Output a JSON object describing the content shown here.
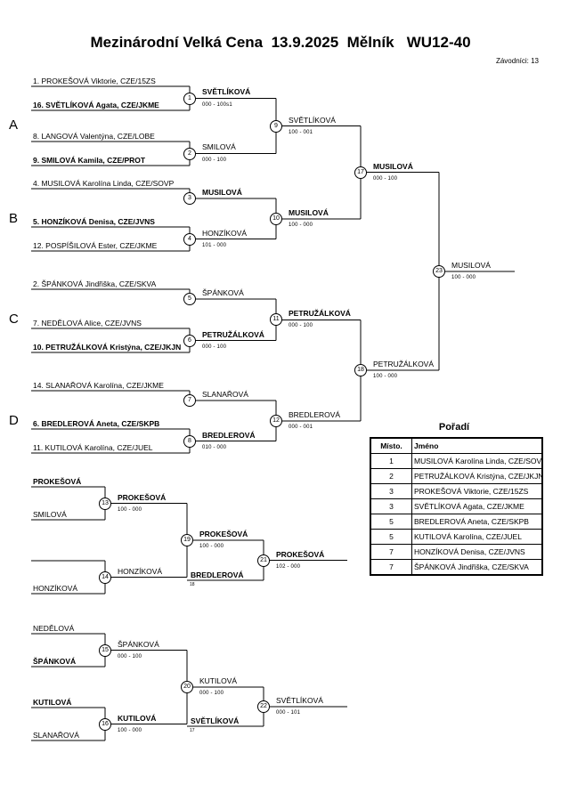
{
  "meta": {
    "title": "Mezinárodní Velká Cena  13.9.2025  Mělník   WU12-40",
    "participants": "Závodníci: 13"
  },
  "groups": {
    "a": "A",
    "b": "B",
    "c": "C",
    "d": "D"
  },
  "main": {
    "entries": [
      {
        "name": "1. PROKEŠOVÁ Viktorie, CZE/15ZS"
      },
      {
        "name": "16. SVĚTLÍKOVÁ Agata, CZE/JKME"
      },
      {
        "name": "8. LANGOVÁ Valentýna, CZE/LOBE"
      },
      {
        "name": "9. SMILOVÁ Kamila, CZE/PROT"
      },
      {
        "name": "4. MUSILOVÁ Karolína Linda, CZE/SOVP"
      },
      {
        "name": "5. HONZÍKOVÁ Denisa, CZE/JVNS"
      },
      {
        "name": "12. POSPÍŠILOVÁ Ester, CZE/JKME"
      },
      {
        "name": "2. ŠPÁNKOVÁ Jindřiška, CZE/SKVA"
      },
      {
        "name": "7. NEDĚLOVÁ Alice, CZE/JVNS"
      },
      {
        "name": "10. PETRUŽÁLKOVÁ Kristýna, CZE/JKJN"
      },
      {
        "name": "14. SLANAŘOVÁ Karolína, CZE/JKME"
      },
      {
        "name": "6. BREDLEROVÁ Aneta, CZE/SKPB"
      },
      {
        "name": "11. KUTILOVÁ Karolína, CZE/JUEL"
      }
    ],
    "matches": {
      "m1": {
        "num": "1",
        "winner": "SVĚTLÍKOVÁ",
        "score": "000 - 100s1"
      },
      "m2": {
        "num": "2",
        "winner": "SMILOVÁ",
        "score": "000 - 100"
      },
      "m3": {
        "num": "3",
        "winner": "MUSILOVÁ",
        "score": ""
      },
      "m4": {
        "num": "4",
        "winner": "HONZÍKOVÁ",
        "score": "101 - 000"
      },
      "m5": {
        "num": "5",
        "winner": "ŠPÁNKOVÁ",
        "score": ""
      },
      "m6": {
        "num": "6",
        "winner": "PETRUŽÁLKOVÁ",
        "score": "000 - 100"
      },
      "m7": {
        "num": "7",
        "winner": "SLANAŘOVÁ",
        "score": ""
      },
      "m8": {
        "num": "8",
        "winner": "BREDLEROVÁ",
        "score": "010 - 000"
      },
      "m9": {
        "num": "9",
        "winner": "SVĚTLÍKOVÁ",
        "score": "100 - 001"
      },
      "m10": {
        "num": "10",
        "winner": "MUSILOVÁ",
        "score": "100 - 000"
      },
      "m11": {
        "num": "11",
        "winner": "PETRUŽÁLKOVÁ",
        "score": "000 - 100"
      },
      "m12": {
        "num": "12",
        "winner": "BREDLEROVÁ",
        "score": "000 - 001"
      },
      "m17": {
        "num": "17",
        "winner": "MUSILOVÁ",
        "score": "000 - 100"
      },
      "m18": {
        "num": "18",
        "winner": "PETRUŽÁLKOVÁ",
        "score": "100 - 000"
      },
      "m23": {
        "num": "23",
        "winner": "MUSILOVÁ",
        "score": "100 - 000"
      }
    }
  },
  "consolation1": {
    "entries": [
      {
        "name": "PROKEŠOVÁ"
      },
      {
        "name": "SMILOVÁ"
      },
      {
        "name": "HONZÍKOVÁ"
      }
    ],
    "feed": {
      "name": "BREDLEROVÁ",
      "note": "18"
    },
    "matches": {
      "m13": {
        "num": "13",
        "winner": "PROKEŠOVÁ",
        "score": "100 - 000"
      },
      "m14": {
        "num": "14",
        "winner": "HONZÍKOVÁ",
        "score": ""
      },
      "m19": {
        "num": "19",
        "winner": "PROKEŠOVÁ",
        "score": "100 - 000"
      },
      "m21": {
        "num": "21",
        "winner": "PROKEŠOVÁ",
        "score": "102 - 000"
      }
    }
  },
  "consolation2": {
    "entries": [
      {
        "name": "NEDĚLOVÁ"
      },
      {
        "name": "ŠPÁNKOVÁ"
      },
      {
        "name": "KUTILOVÁ"
      },
      {
        "name": "SLANAŘOVÁ"
      }
    ],
    "feed": {
      "name": "SVĚTLÍKOVÁ",
      "note": "17"
    },
    "matches": {
      "m15": {
        "num": "15",
        "winner": "ŠPÁNKOVÁ",
        "score": "000 - 100"
      },
      "m16": {
        "num": "16",
        "winner": "KUTILOVÁ",
        "score": "100 - 000"
      },
      "m20": {
        "num": "20",
        "winner": "KUTILOVÁ",
        "score": "000 - 100"
      },
      "m22": {
        "num": "22",
        "winner": "SVĚTLÍKOVÁ",
        "score": "000 - 101"
      }
    }
  },
  "standings": {
    "title": "Pořadí",
    "headers": [
      "Místo.",
      "Jméno"
    ],
    "rows": [
      {
        "place": "1",
        "name": "MUSILOVÁ Karolína Linda, CZE/SOVP"
      },
      {
        "place": "2",
        "name": "PETRUŽÁLKOVÁ Kristýna, CZE/JKJN"
      },
      {
        "place": "3",
        "name": "PROKEŠOVÁ Viktorie, CZE/15ZS"
      },
      {
        "place": "3",
        "name": "SVĚTLÍKOVÁ Agata, CZE/JKME"
      },
      {
        "place": "5",
        "name": "BREDLEROVÁ Aneta, CZE/SKPB"
      },
      {
        "place": "5",
        "name": "KUTILOVÁ Karolína, CZE/JUEL"
      },
      {
        "place": "7",
        "name": "HONZÍKOVÁ Denisa, CZE/JVNS"
      },
      {
        "place": "7",
        "name": "ŠPÁNKOVÁ Jindřiška, CZE/SKVA"
      }
    ]
  }
}
